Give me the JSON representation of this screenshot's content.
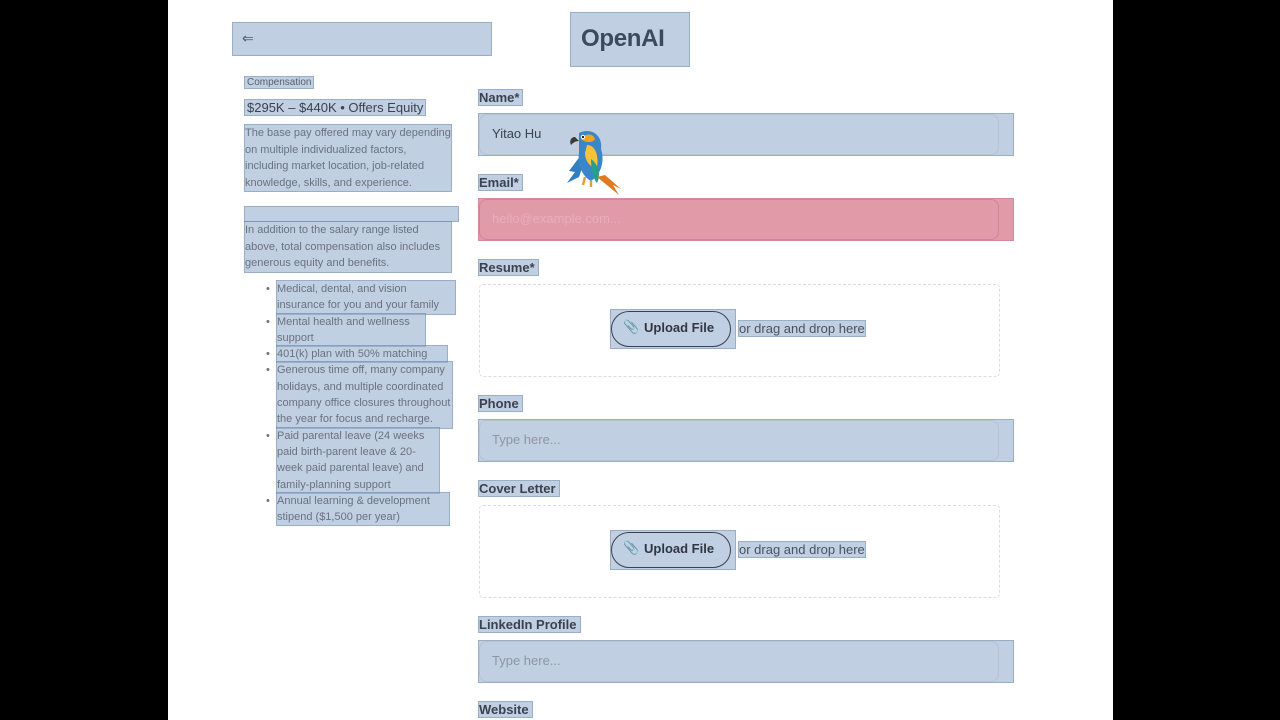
{
  "nav": {
    "back_icon": "back-arrow-icon",
    "back_glyph": "⇐"
  },
  "brand": {
    "logo_text": "OpenAI"
  },
  "compensation": {
    "section_label": "Compensation",
    "salary": "$295K – $440K • Offers Equity",
    "paragraph1": "The base pay offered may vary depending on multiple individualized factors, including market location, job-related knowledge, skills, and experience.",
    "paragraph2": "In addition to the salary range listed above, total compensation also includes generous equity and benefits.",
    "benefits": [
      "Medical, dental, and vision insurance for you and your family",
      "Mental health and wellness support",
      "401(k) plan with 50% matching",
      "Generous time off, many company holidays, and multiple coordinated company office closures throughout the year for focus and recharge.",
      "Paid parental leave (24 weeks paid birth-parent leave & 20-week paid parental leave) and family-planning support",
      "Annual learning & development stipend ($1,500 per year)"
    ]
  },
  "form": {
    "name": {
      "label": "Name*",
      "value": "Yitao Hu"
    },
    "email": {
      "label": "Email*",
      "placeholder": "hello@example.com..."
    },
    "resume": {
      "label": "Resume*",
      "upload_label": "Upload File",
      "drag_text": "or drag and drop here"
    },
    "phone": {
      "label": "Phone",
      "placeholder": "Type here..."
    },
    "cover_letter": {
      "label": "Cover Letter",
      "upload_label": "Upload File",
      "drag_text": "or drag and drop here"
    },
    "linkedin": {
      "label": "LinkedIn Profile",
      "placeholder": "Type here..."
    },
    "website": {
      "label": "Website"
    }
  },
  "colors": {
    "highlight": "#9ab2cf",
    "error_highlight": "#d47387",
    "background": "#000000",
    "page": "#ffffff"
  },
  "overlay": {
    "icon": "parrot-icon"
  }
}
